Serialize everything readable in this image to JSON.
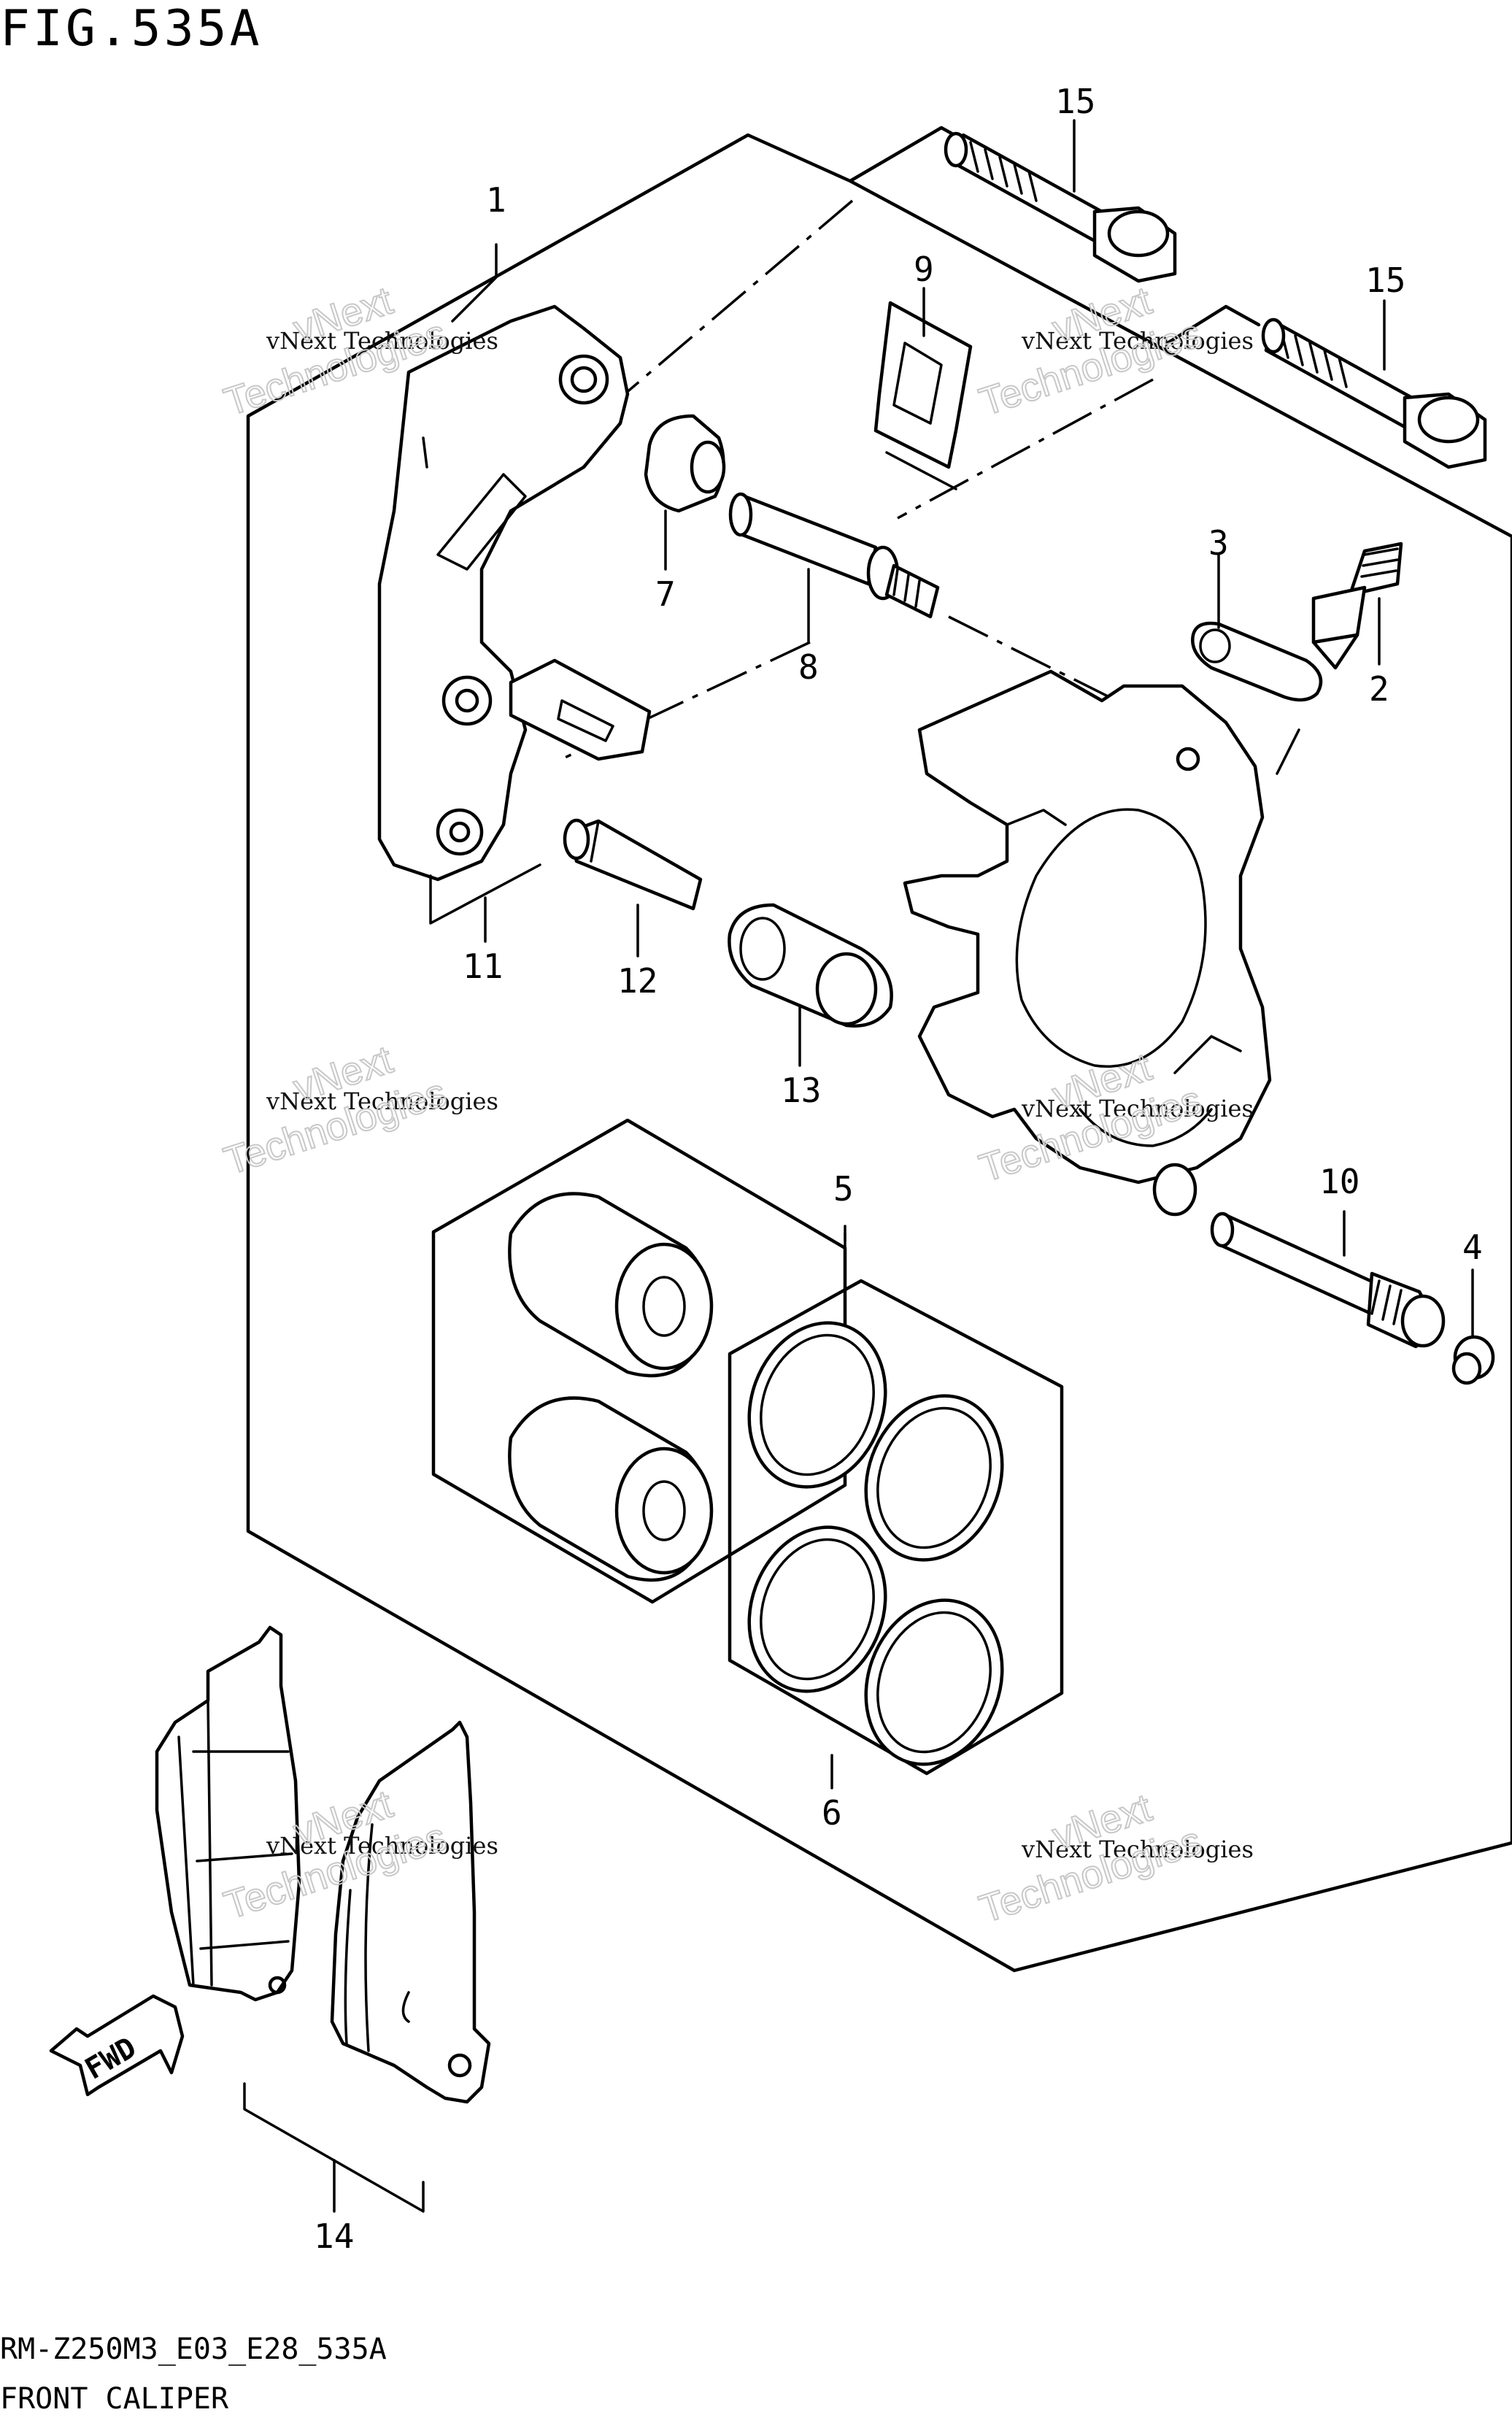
{
  "figure_title": "FIG.535A",
  "footer": {
    "model_code": "RM-Z250M3_E03_E28_535A",
    "caption": "FRONT CALIPER"
  },
  "fwd_label": "FWD",
  "watermark": {
    "line1": "vNext Technologies",
    "line2": "Technologies",
    "line3": "vNext"
  },
  "callouts": [
    "1",
    "2",
    "3",
    "4",
    "5",
    "6",
    "7",
    "8",
    "9",
    "10",
    "11",
    "12",
    "13",
    "14",
    "15",
    "15"
  ]
}
